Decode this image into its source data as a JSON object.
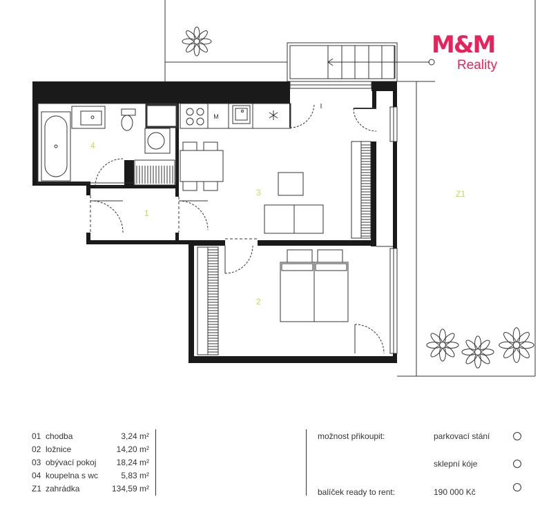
{
  "logo": {
    "brand": "M&M",
    "sub": "Reality",
    "color": "#e6235a"
  },
  "room_numbers": {
    "r1": "1",
    "r2": "2",
    "r3": "3",
    "r4": "4",
    "z1": "Z1"
  },
  "label_color": "#c7d84a",
  "kitchen": {
    "microwave": "M"
  },
  "rooms": [
    {
      "code": "01",
      "name": "chodba",
      "area": "3,24 m²"
    },
    {
      "code": "02",
      "name": "ložnice",
      "area": "14,20 m²"
    },
    {
      "code": "03",
      "name": "obývací pokoj",
      "area": "18,24 m²"
    },
    {
      "code": "04",
      "name": "koupelna s wc",
      "area": "5,83 m²"
    },
    {
      "code": "Z1",
      "name": "zahrádka",
      "area": "134,59 m²"
    }
  ],
  "options": {
    "heading": "možnost přikoupit:",
    "parking": "parkovací stání",
    "cellar": "sklepní kóje",
    "package_label": "balíček ready to rent:",
    "package_price": "190 000 Kč"
  }
}
